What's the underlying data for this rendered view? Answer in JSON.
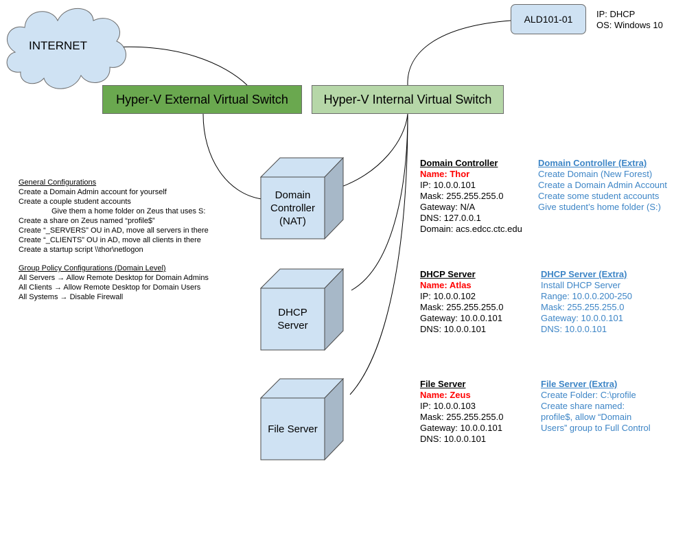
{
  "internet": {
    "label": "INTERNET"
  },
  "switches": {
    "external": "Hyper-V External Virtual Switch",
    "internal": "Hyper-V Internal Virtual Switch"
  },
  "client": {
    "name": "ALD101-01",
    "ip": "IP: DHCP",
    "os": "OS: Windows 10"
  },
  "servers": [
    {
      "box_label_lines": [
        "Domain",
        "Controller",
        "(NAT)"
      ]
    },
    {
      "box_label_lines": [
        "DHCP",
        "Server"
      ]
    },
    {
      "box_label_lines": [
        "File Server"
      ]
    }
  ],
  "notes": {
    "general_heading": "General Configurations",
    "general_items": [
      "Create a Domain Admin account for yourself",
      "Create a couple student accounts",
      "Give them a home folder on Zeus that uses S:",
      "Create a share on Zeus named “profile$”",
      "Create “_SERVERS” OU in AD, move all servers in there",
      "Create “_CLIENTS” OU in AD, move all clients in there",
      "Create a startup script \\\\thor\\netlogon"
    ],
    "gp_heading": "Group Policy Configurations (Domain Level)",
    "gp_items": [
      "All Servers → Allow Remote Desktop for Domain Admins",
      "All Clients → Allow Remote Desktop for Domain Users",
      "All Systems → Disable Firewall"
    ]
  },
  "server_info": {
    "dc": {
      "title": "Domain Controller",
      "name": "Name: Thor",
      "lines": [
        "IP: 10.0.0.101",
        "Mask: 255.255.255.0",
        "Gateway: N/A",
        "DNS: 127.0.0.1",
        "Domain: acs.edcc.ctc.edu"
      ]
    },
    "dhcp": {
      "title": "DHCP Server",
      "name": "Name: Atlas",
      "lines": [
        "IP: 10.0.0.102",
        "Mask: 255.255.255.0",
        "Gateway: 10.0.0.101",
        "DNS: 10.0.0.101"
      ]
    },
    "file": {
      "title": "File Server",
      "name": "Name: Zeus",
      "lines": [
        "IP: 10.0.0.103",
        "Mask: 255.255.255.0",
        "Gateway: 10.0.0.101",
        "DNS: 10.0.0.101"
      ]
    }
  },
  "extras": {
    "dc": {
      "title": "Domain Controller (Extra)",
      "lines": [
        "Create Domain (New Forest)",
        "Create a Domain Admin Account",
        "Create some student accounts",
        "Give student’s home folder (S:)"
      ]
    },
    "dhcp": {
      "title": "DHCP Server (Extra)",
      "lines": [
        "Install DHCP Server",
        "Range: 10.0.0.200-250",
        "Mask: 255.255.255.0",
        "Gateway: 10.0.0.101",
        "DNS: 10.0.0.101"
      ]
    },
    "file": {
      "title": "File Server (Extra)",
      "lines": [
        "Create Folder: C:\\profile",
        "Create share named:",
        "profile$, allow “Domain",
        "Users” group to Full Control"
      ]
    }
  },
  "colors": {
    "external_switch": "#6aa84f",
    "internal_switch": "#b6d7a8",
    "server_box": "#cfe2f3",
    "cloud": "#cfe2f3",
    "server_name": "#ff0000",
    "extra_text": "#3d85c6"
  }
}
